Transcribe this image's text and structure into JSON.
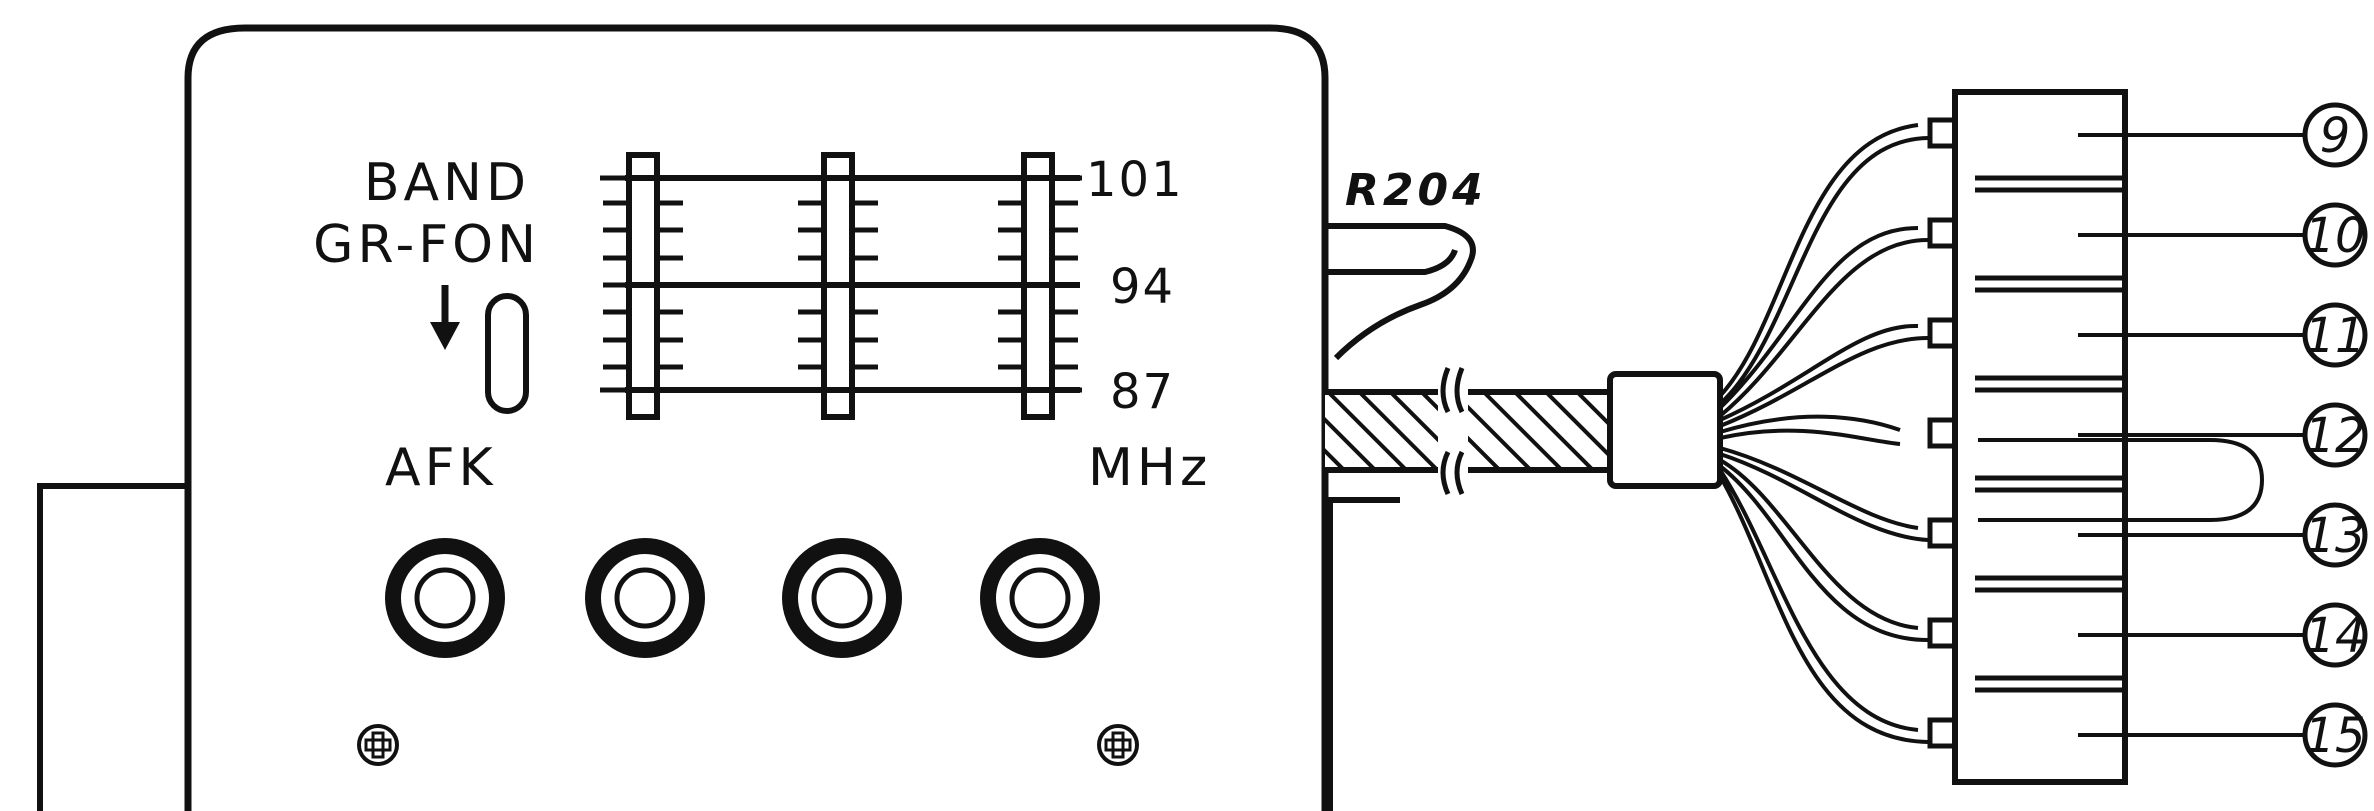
{
  "labels": {
    "band": "BAND",
    "grfon": "GR-FON",
    "afk": "AFK",
    "mhz": "MHz",
    "resistor": "R204"
  },
  "frequencies": [
    "101",
    "94",
    "87"
  ],
  "pins": [
    "9",
    "10",
    "11",
    "12",
    "13",
    "14",
    "15"
  ],
  "colors": {
    "ink": "#111111",
    "paper": "#ffffff",
    "hatch": "#111111"
  }
}
